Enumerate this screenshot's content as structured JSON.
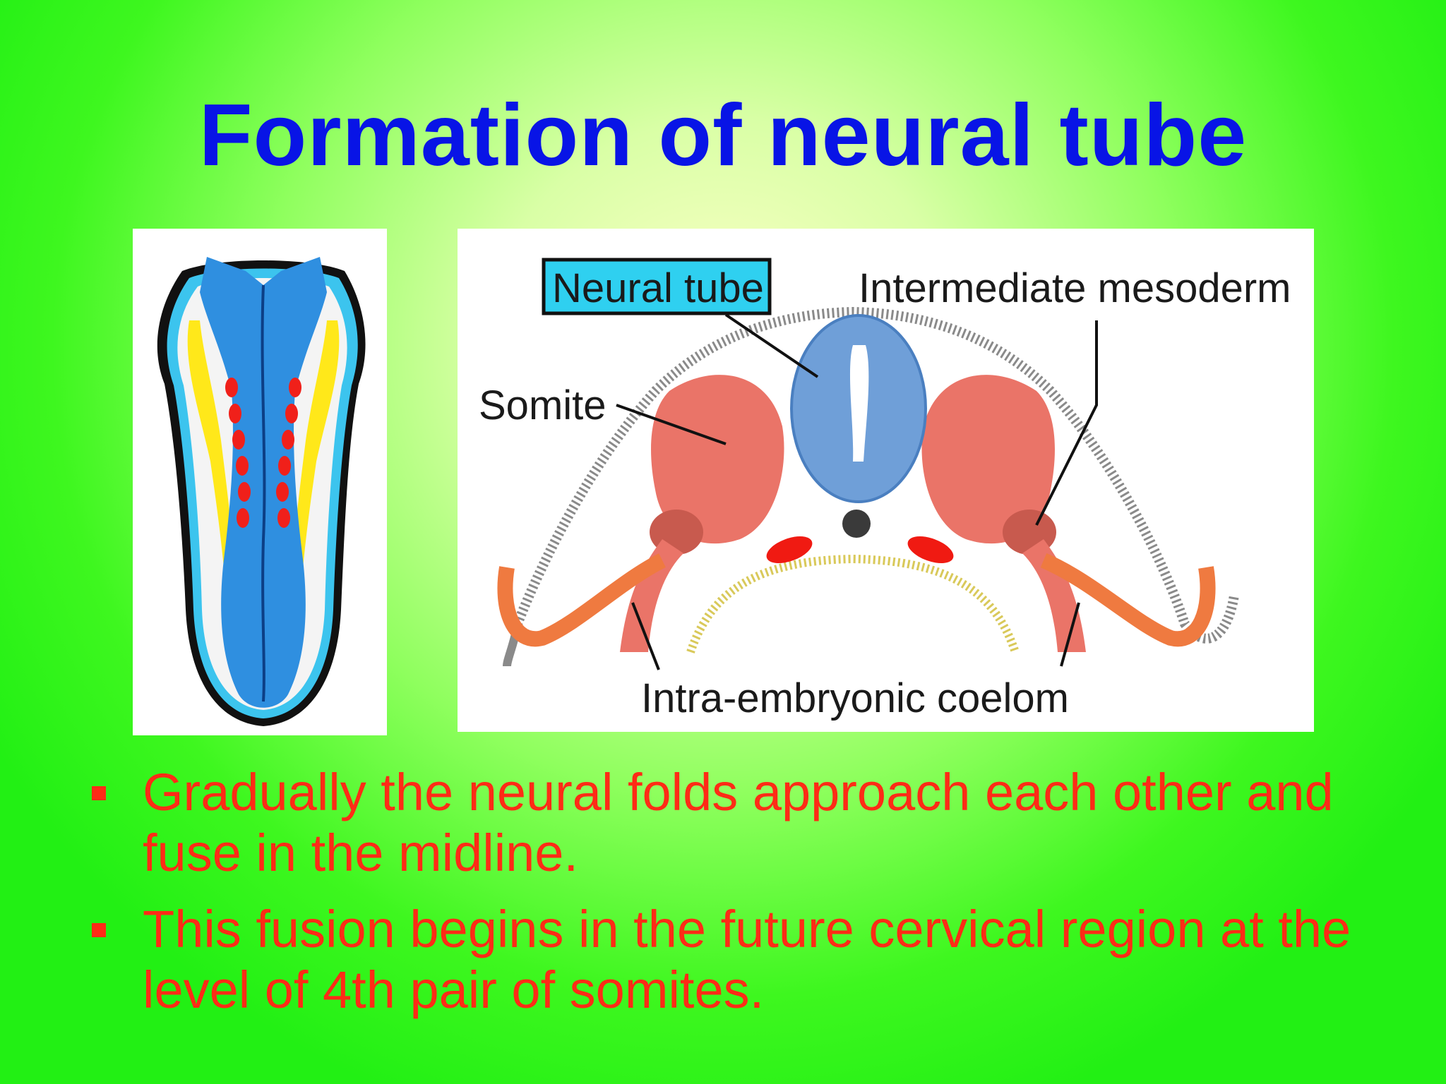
{
  "slide": {
    "title": "Formation of neural tube",
    "diagram": {
      "labels": {
        "neural_tube": "Neural tube",
        "intermediate_mesoderm": "Intermediate mesoderm",
        "somite": "Somite",
        "coelom": "Intra-embryonic coelom"
      }
    },
    "bullets": [
      "Gradually the neural folds approach each other and fuse in the midline.",
      "This fusion begins in the future cervical region at the level of 4th pair of somites."
    ]
  },
  "colors": {
    "title": "#0814e6",
    "bullet_text": "#ff2b16",
    "neural_tube": "#6f9fd8",
    "somite": "#ea7468",
    "label_box": "#2fd0f0"
  }
}
